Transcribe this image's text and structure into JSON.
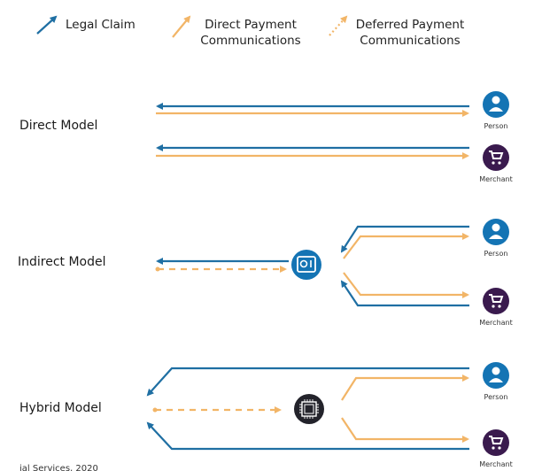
{
  "legend": {
    "legal_claim": "Legal Claim",
    "direct_payment": "Direct Payment Communications",
    "deferred_payment": "Deferred Payment Communications"
  },
  "models": {
    "direct": "Direct Model",
    "indirect": "Indirect Model",
    "hybrid": "Hybrid Model"
  },
  "actors": {
    "person": "Person",
    "merchant": "Merchant"
  },
  "footer": "ial Services, 2020",
  "colors": {
    "legal_claim": "#1f6fa3",
    "payment": "#f2b567",
    "person": "#1474b4",
    "merchant": "#3a1a4e",
    "chip": "#23232b"
  }
}
